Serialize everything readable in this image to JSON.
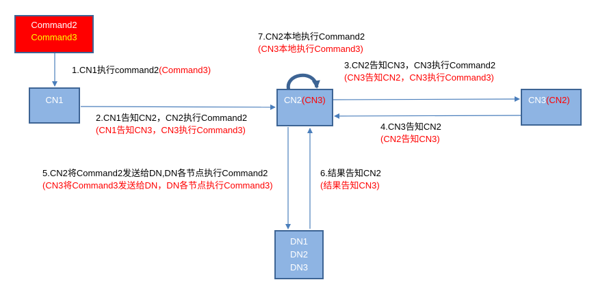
{
  "colors": {
    "node_fill": "#8eb4e3",
    "node_border": "#3d6494",
    "arrow": "#4a7ebb",
    "command_fill": "#ff0000",
    "command_line2": "#ffff00",
    "highlight": "#ff0000"
  },
  "command_box": {
    "line1": "Command2",
    "line2": "Command3"
  },
  "nodes": {
    "cn1": {
      "label": "CN1"
    },
    "cn2": {
      "label": "CN2",
      "alt": "(CN3)"
    },
    "cn3": {
      "label": "CN3",
      "alt": "(CN2)"
    },
    "dn": {
      "lines": [
        "DN1",
        "DN2",
        "DN3"
      ]
    }
  },
  "steps": {
    "s1": {
      "text": "1.CN1执行command2",
      "alt": "(Command3)"
    },
    "s2": {
      "text": "2.CN1告知CN2，CN2执行Command2",
      "alt": "(CN1告知CN3，CN3执行Command3)"
    },
    "s3": {
      "text": "3.CN2告知CN3，CN3执行Command2",
      "alt": "(CN3告知CN2，CN3执行Command3)"
    },
    "s4": {
      "text": "4.CN3告知CN2",
      "alt": "(CN2告知CN3)"
    },
    "s5": {
      "text": "5.CN2将Command2发送给DN,DN各节点执行Command2",
      "alt": "(CN3将Command3发送给DN，DN各节点执行Command3)"
    },
    "s6": {
      "text": "6.结果告知CN2",
      "alt": "(结果告知CN3)"
    },
    "s7": {
      "text": "7.CN2本地执行Command2",
      "alt": "(CN3本地执行Command3)"
    }
  }
}
